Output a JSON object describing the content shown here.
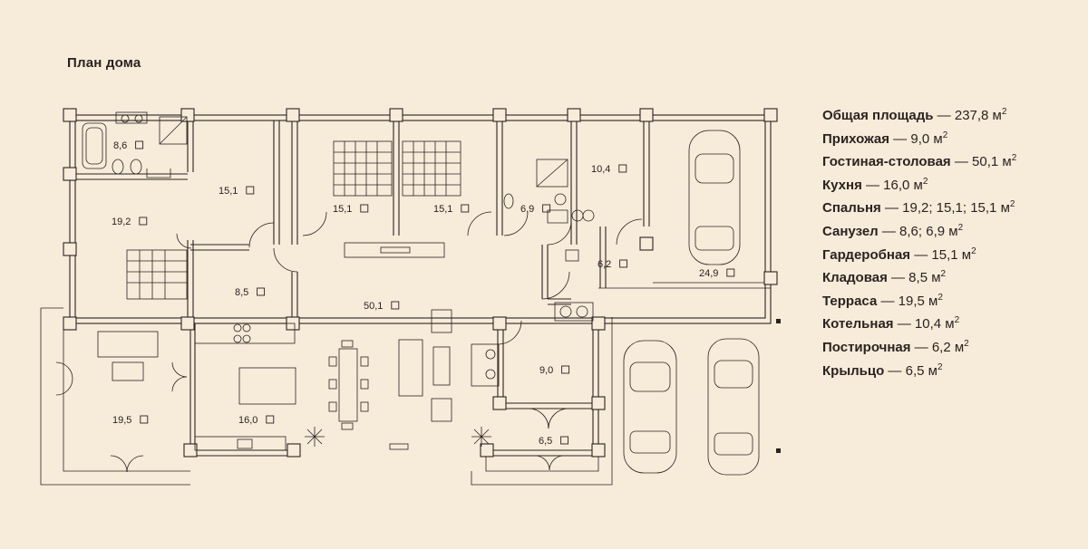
{
  "title": "План дома",
  "legend": [
    {
      "name": "Общая площадь",
      "value": "237,8"
    },
    {
      "name": "Прихожая",
      "value": "9,0"
    },
    {
      "name": "Гостиная-столовая",
      "value": "50,1"
    },
    {
      "name": "Кухня",
      "value": "16,0"
    },
    {
      "name": "Спальня",
      "value": "19,2; 15,1; 15,1"
    },
    {
      "name": "Санузел",
      "value": "8,6; 6,9"
    },
    {
      "name": "Гардеробная",
      "value": "15,1"
    },
    {
      "name": "Кладовая",
      "value": "8,5"
    },
    {
      "name": "Терраса",
      "value": "19,5"
    },
    {
      "name": "Котельная",
      "value": "10,4"
    },
    {
      "name": "Постирочная",
      "value": "6,2"
    },
    {
      "name": "Крыльцо",
      "value": "6,5"
    }
  ],
  "units": {
    "separator": " — ",
    "unit": "м",
    "power": "2"
  },
  "rooms": [
    {
      "id": "bath-1",
      "area": "8,6"
    },
    {
      "id": "wardrobe",
      "area": "15,1"
    },
    {
      "id": "bedroom-2",
      "area": "15,1"
    },
    {
      "id": "bedroom-3",
      "area": "15,1"
    },
    {
      "id": "bath-2",
      "area": "6,9"
    },
    {
      "id": "boiler",
      "area": "10,4"
    },
    {
      "id": "bedroom-1",
      "area": "19,2"
    },
    {
      "id": "storage",
      "area": "8,5"
    },
    {
      "id": "living",
      "area": "50,1"
    },
    {
      "id": "laundry",
      "area": "6,2"
    },
    {
      "id": "garage",
      "area": "24,9"
    },
    {
      "id": "hall",
      "area": "9,0"
    },
    {
      "id": "terrace",
      "area": "19,5"
    },
    {
      "id": "kitchen",
      "area": "16,0"
    },
    {
      "id": "porch",
      "area": "6,5"
    }
  ]
}
